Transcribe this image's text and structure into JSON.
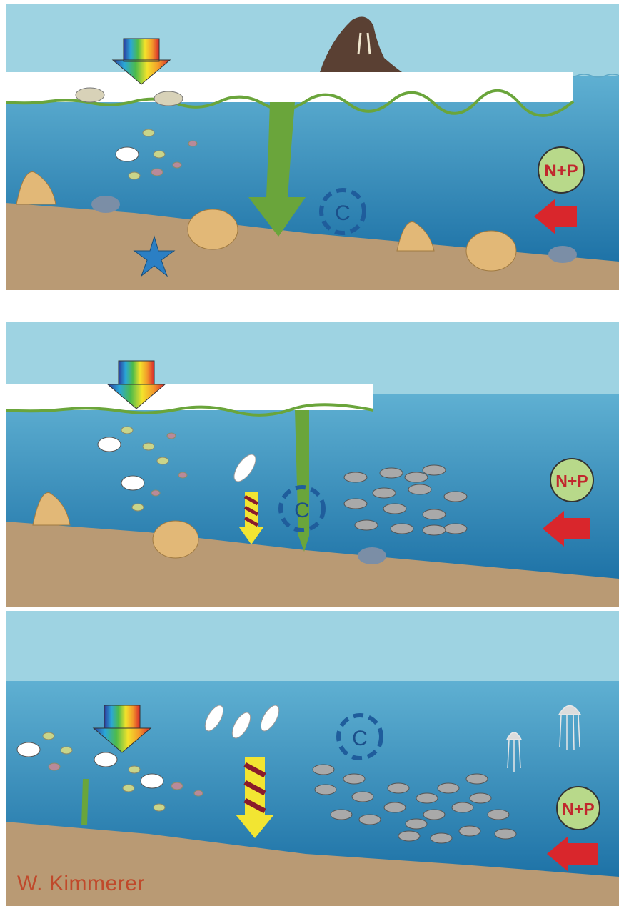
{
  "panels": [
    {
      "name": "thick-ice",
      "nutrient_label": "N+P",
      "carbon_label": "C"
    },
    {
      "name": "thin-ice",
      "nutrient_label": "N+P",
      "carbon_label": "C"
    },
    {
      "name": "open-water",
      "nutrient_label": "N+P",
      "carbon_label": "C"
    }
  ],
  "credit": "W. Kimmerer",
  "colors": {
    "sky": "#9ed3e2",
    "water_top": "#5aa9cc",
    "water_bottom": "#1a6fa3",
    "sediment": "#b99a74",
    "ice": "#ffffff",
    "algae": "#6aa53b",
    "nutrient_badge": "#b8d98a",
    "nutrient_arrow": "#d9262c",
    "carbon": "#1f5d9c"
  }
}
